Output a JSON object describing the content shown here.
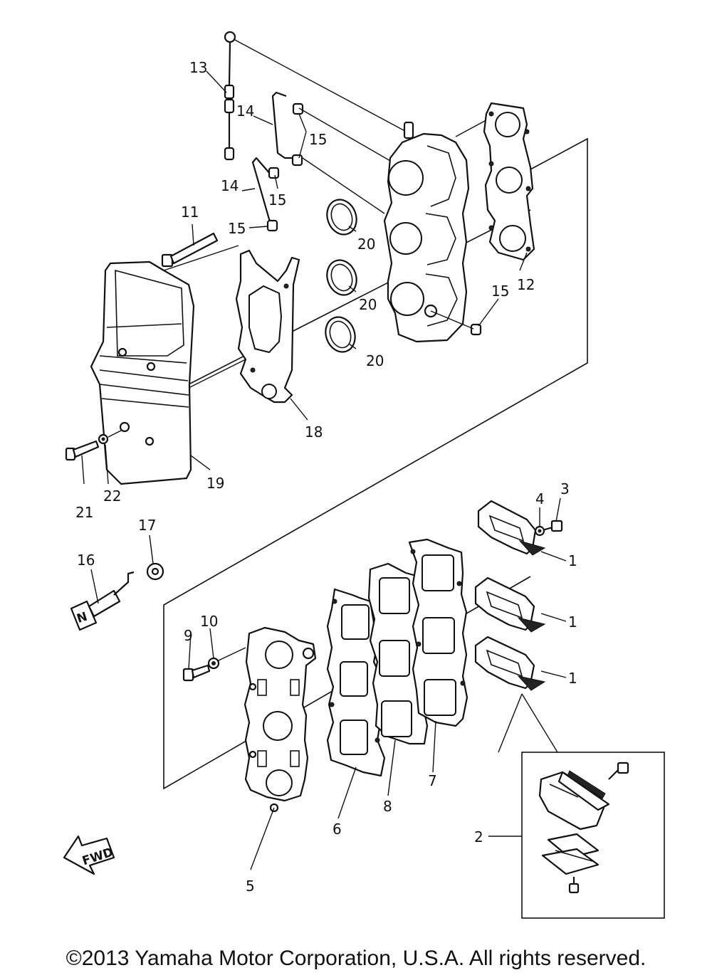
{
  "callouts": {
    "c1a": "1",
    "c1b": "1",
    "c1c": "1",
    "c2": "2",
    "c3": "3",
    "c4": "4",
    "c5": "5",
    "c6": "6",
    "c7": "7",
    "c8": "8",
    "c9": "9",
    "c10": "10",
    "c11": "11",
    "c12": "12",
    "c13": "13",
    "c14a": "14",
    "c14b": "14",
    "c15a": "15",
    "c15b": "15",
    "c15c": "15",
    "c15d": "15",
    "c16": "16",
    "c17": "17",
    "c18": "18",
    "c19": "19",
    "c20a": "20",
    "c20b": "20",
    "c20c": "20",
    "c21": "21",
    "c22": "22"
  },
  "badges": {
    "fwd": "FWD",
    "neutral": "N"
  },
  "copyright": "©2013 Yamaha Motor Corporation, U.S.A. All rights reserved."
}
